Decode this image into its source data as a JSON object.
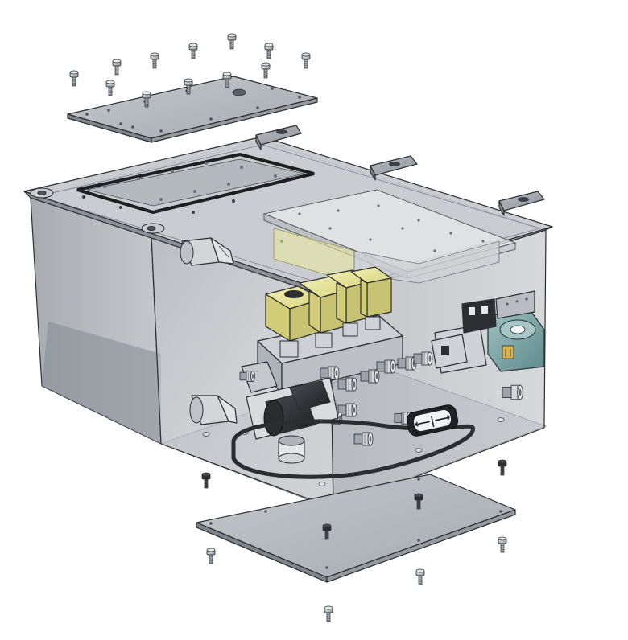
{
  "drawing": {
    "kind": "exploded-assembly",
    "components": [
      "top-cover-plate",
      "enclosure-box",
      "bottom-cover-plate",
      "mounting-brackets",
      "gasket",
      "circuit-board",
      "yellow-solenoid-valves",
      "valve-manifold",
      "fittings",
      "pressure-sensors",
      "black-solenoid-valve",
      "teal-solenoid-coil",
      "electrical-connector",
      "bidirectional-arrow-label",
      "screws"
    ],
    "label_symbol": "⟵|⟶"
  },
  "colors": {
    "background": "#ffffff",
    "steel": "#9aa0a7",
    "steel_dark": "#6e747b",
    "glass": "#b9bdc2",
    "yellow": "#ece9a0",
    "teal": "#7fa6a8",
    "black": "#2c2e31",
    "edge": "#2b2d30"
  }
}
